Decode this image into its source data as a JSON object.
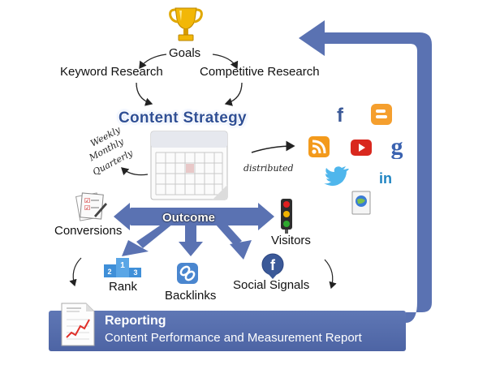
{
  "goals": "Goals",
  "keyword_research": "Keyword Research",
  "competitive_research": "Competitive Research",
  "content_strategy": "Content Strategy",
  "schedule": [
    "Weekly",
    "Monthly",
    "Quarterly"
  ],
  "distributed": "distributed",
  "outcome": "Outcome",
  "outcomes": {
    "conversions": "Conversions",
    "rank": "Rank",
    "backlinks": "Backlinks",
    "social_signals": "Social Signals",
    "visitors": "Visitors"
  },
  "reporting": {
    "title": "Reporting",
    "subtitle": "Content Performance and Measurement Report"
  },
  "social_icons": [
    "facebook-icon",
    "blogger-icon",
    "rss-icon",
    "youtube-icon",
    "google-icon",
    "twitter-icon",
    "linkedin-icon",
    "web-icon"
  ],
  "colors": {
    "accent_blue": "#4d64a4",
    "arrow_blue": "#5a72b2",
    "title_blue": "#2f4f95",
    "trophy_gold": "#f2b707"
  }
}
